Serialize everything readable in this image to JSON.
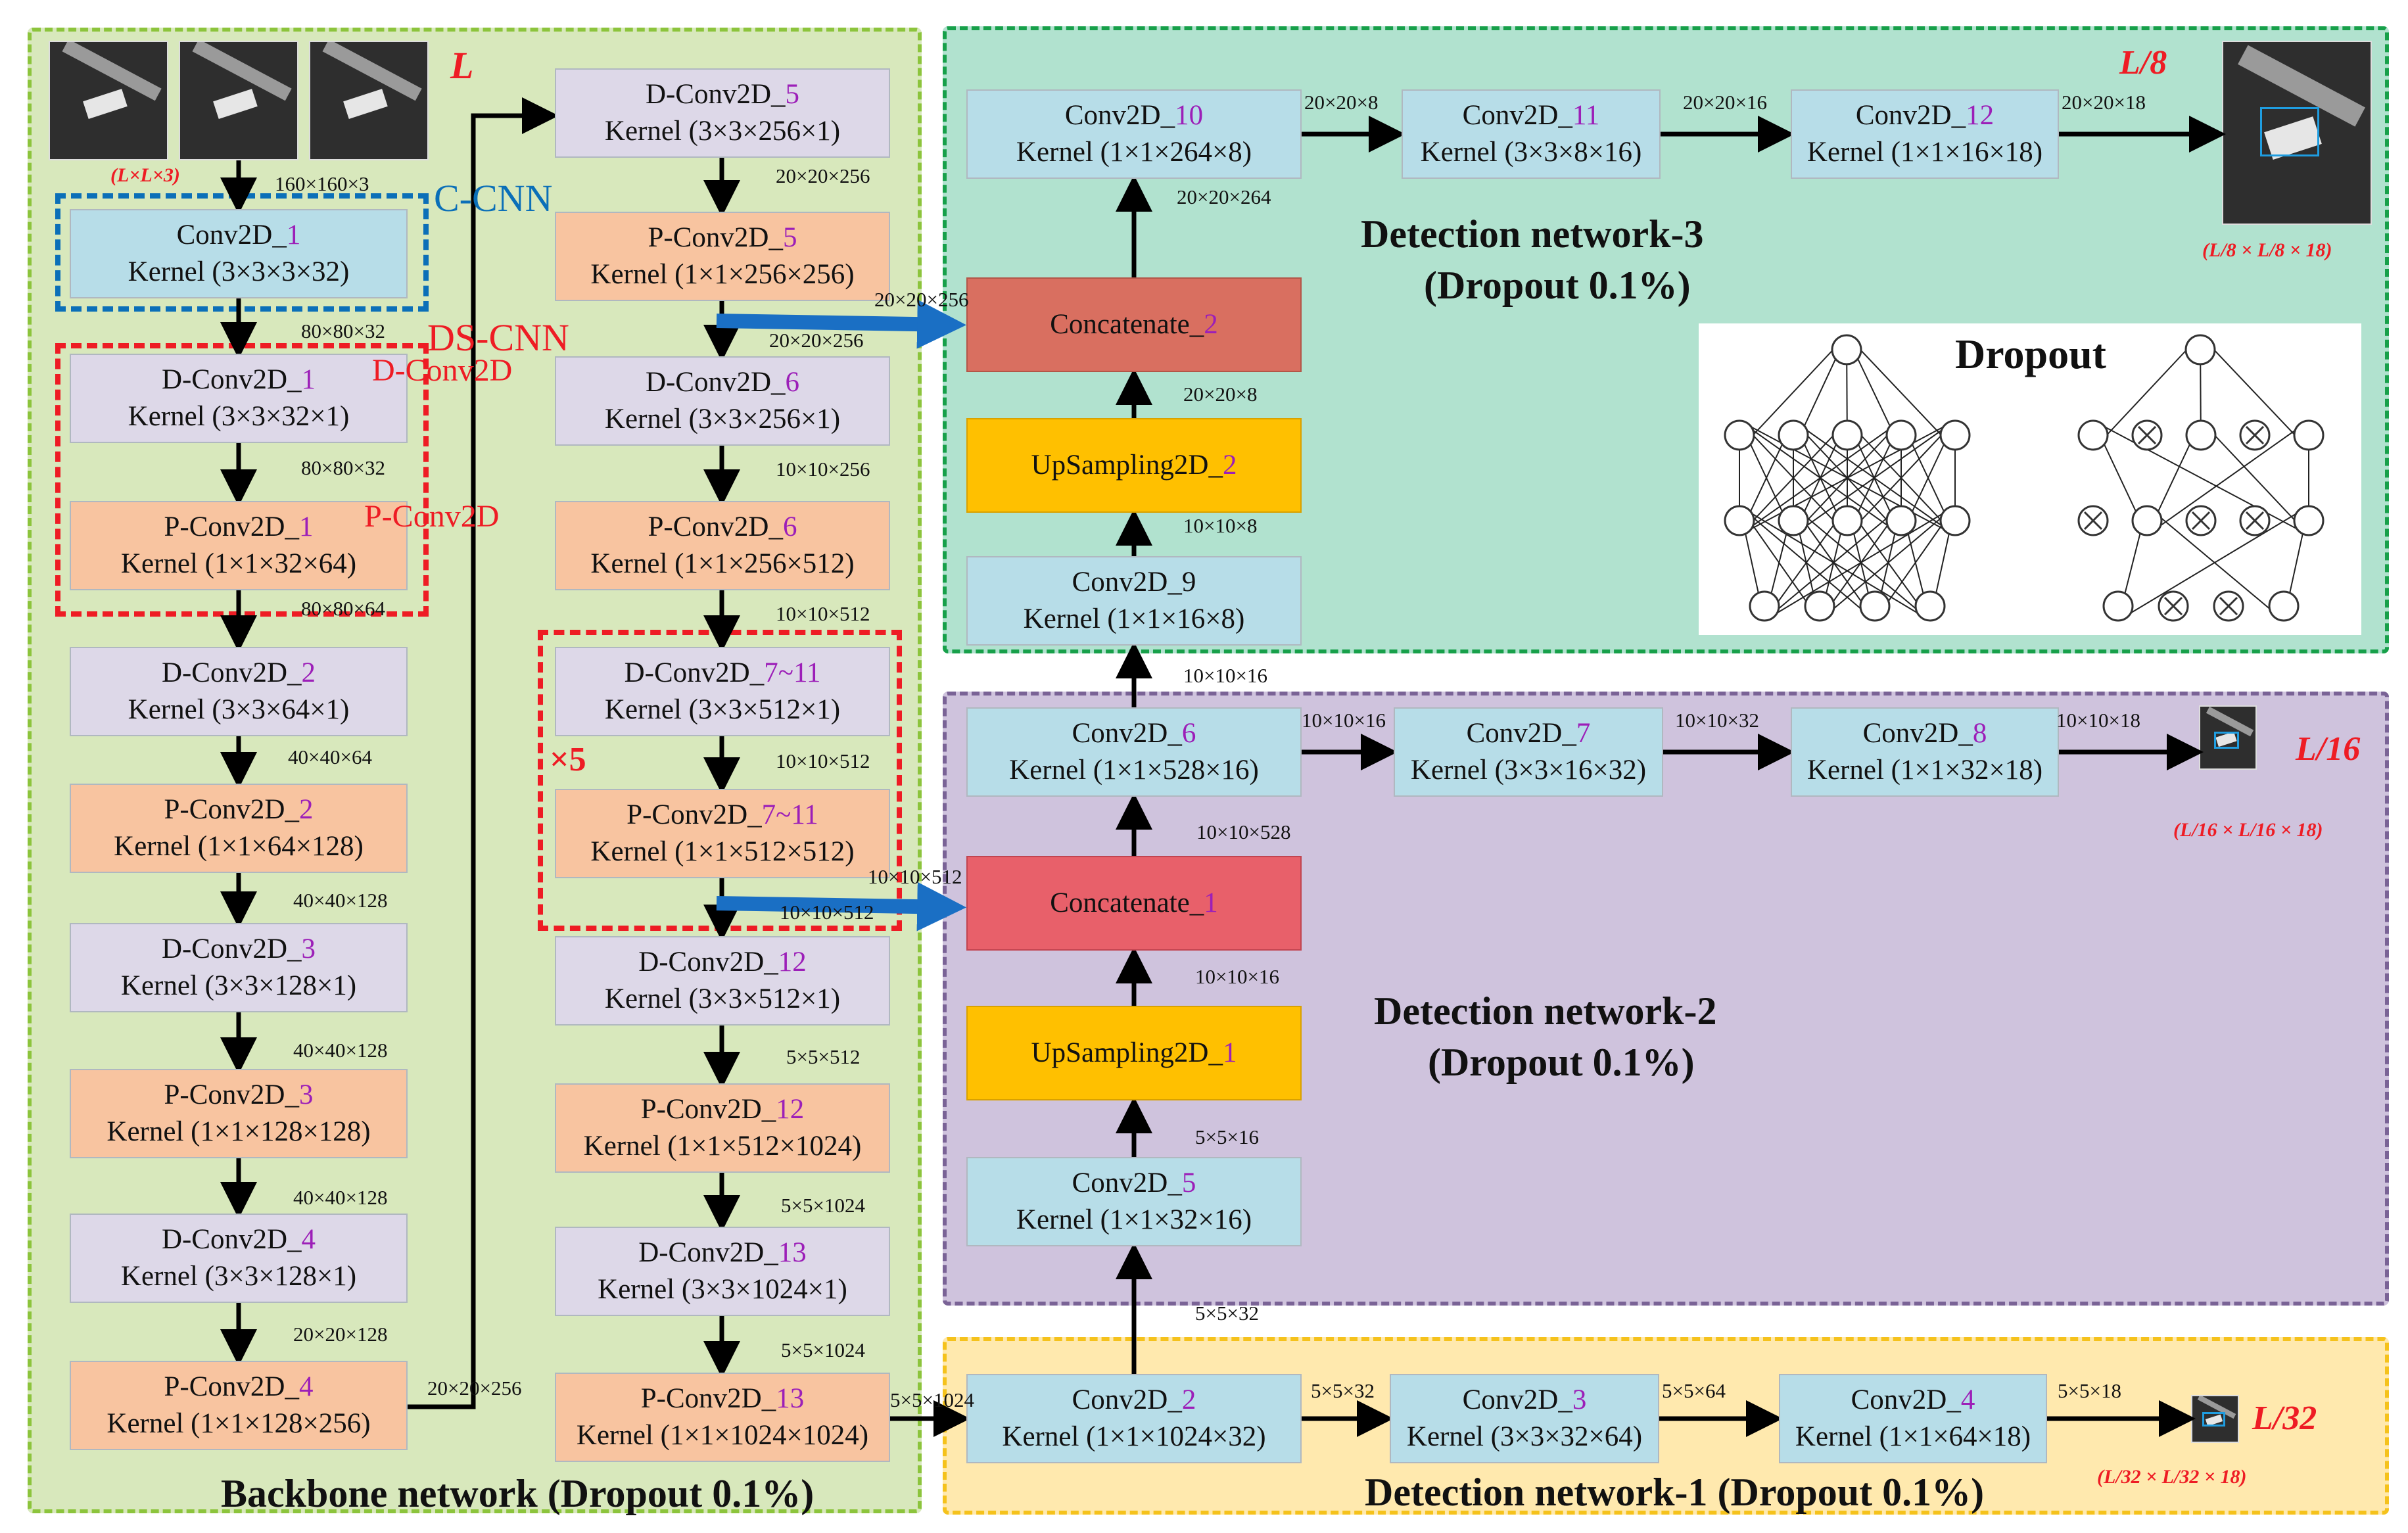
{
  "title": "",
  "labels": {
    "input": "L",
    "input_dims": "(L×L×3)",
    "ccnn": "C-CNN",
    "dscnn": "DS-CNN",
    "dconv2d": "D-Conv2D",
    "pconv2d": "P-Conv2D",
    "repeat": "×5",
    "dropout": "Dropout"
  },
  "backbone": {
    "title": "Backbone network (Dropout 0.1%)",
    "left": [
      {
        "name": "Conv2D_",
        "num": "1",
        "kernel": "Kernel (3×3×3×32)",
        "type": "conv"
      },
      {
        "name": "D-Conv2D_",
        "num": "1",
        "kernel": "Kernel (3×3×32×1)",
        "type": "dconv"
      },
      {
        "name": "P-Conv2D_",
        "num": "1",
        "kernel": "Kernel (1×1×32×64)",
        "type": "pconv"
      },
      {
        "name": "D-Conv2D_",
        "num": "2",
        "kernel": "Kernel (3×3×64×1)",
        "type": "dconv"
      },
      {
        "name": "P-Conv2D_",
        "num": "2",
        "kernel": "Kernel (1×1×64×128)",
        "type": "pconv"
      },
      {
        "name": "D-Conv2D_",
        "num": "3",
        "kernel": "Kernel (3×3×128×1)",
        "type": "dconv"
      },
      {
        "name": "P-Conv2D_",
        "num": "3",
        "kernel": "Kernel (1×1×128×128)",
        "type": "pconv"
      },
      {
        "name": "D-Conv2D_",
        "num": "4",
        "kernel": "Kernel (3×3×128×1)",
        "type": "dconv"
      },
      {
        "name": "P-Conv2D_",
        "num": "4",
        "kernel": "Kernel (1×1×128×256)",
        "type": "pconv"
      }
    ],
    "right": [
      {
        "name": "D-Conv2D_",
        "num": "5",
        "kernel": "Kernel (3×3×256×1)",
        "type": "dconv"
      },
      {
        "name": "P-Conv2D_",
        "num": "5",
        "kernel": "Kernel (1×1×256×256)",
        "type": "pconv"
      },
      {
        "name": "D-Conv2D_",
        "num": "6",
        "kernel": "Kernel (3×3×256×1)",
        "type": "dconv"
      },
      {
        "name": "P-Conv2D_",
        "num": "6",
        "kernel": "Kernel (1×1×256×512)",
        "type": "pconv"
      },
      {
        "name": "D-Conv2D_",
        "num": "7~11",
        "kernel": "Kernel (3×3×512×1)",
        "type": "dconv"
      },
      {
        "name": "P-Conv2D_",
        "num": "7~11",
        "kernel": "Kernel (1×1×512×512)",
        "type": "pconv"
      },
      {
        "name": "D-Conv2D_",
        "num": "12",
        "kernel": "Kernel (3×3×512×1)",
        "type": "dconv"
      },
      {
        "name": "P-Conv2D_",
        "num": "12",
        "kernel": "Kernel (1×1×512×1024)",
        "type": "pconv"
      },
      {
        "name": "D-Conv2D_",
        "num": "13",
        "kernel": "Kernel (3×3×1024×1)",
        "type": "dconv"
      },
      {
        "name": "P-Conv2D_",
        "num": "13",
        "kernel": "Kernel (1×1×1024×1024)",
        "type": "pconv"
      }
    ],
    "left_dims": [
      "160×160×3",
      "80×80×32",
      "80×80×32",
      "80×80×64",
      "40×40×64",
      "40×40×128",
      "40×40×128",
      "40×40×128",
      "20×20×128"
    ],
    "right_dims": [
      "20×20×256",
      "20×20×256",
      "10×10×256",
      "10×10×512",
      "10×10×512",
      "10×10×512",
      "5×5×512",
      "5×5×1024",
      "5×5×1024"
    ],
    "bridge_dim": "20×20×256"
  },
  "det3": {
    "title": "Detection network-3",
    "subtitle": "(Dropout 0.1%)",
    "boxes": [
      {
        "name": "Conv2D_",
        "num": "10",
        "kernel": "Kernel (1×1×264×8)",
        "type": "conv"
      },
      {
        "name": "Conv2D_",
        "num": "11",
        "kernel": "Kernel (3×3×8×16)",
        "type": "conv"
      },
      {
        "name": "Conv2D_",
        "num": "12",
        "kernel": "Kernel (1×1×16×18)",
        "type": "conv"
      },
      {
        "name": "Concatenate_",
        "num": "2",
        "kernel": "",
        "type": "cat2"
      },
      {
        "name": "UpSampling2D_",
        "num": "2",
        "kernel": "",
        "type": "up"
      },
      {
        "name": "Conv2D_9",
        "num": "",
        "kernel": "Kernel (1×1×16×8)",
        "type": "conv"
      }
    ],
    "dims": [
      "20×20×8",
      "20×20×16",
      "20×20×18",
      "20×20×264",
      "20×20×256",
      "20×20×8",
      "10×10×8",
      "10×10×16"
    ],
    "scale": "L/8",
    "out": "(L/8 × L/8 × 18)"
  },
  "det2": {
    "title": "Detection network-2",
    "subtitle": "(Dropout 0.1%)",
    "boxes": [
      {
        "name": "Conv2D_",
        "num": "6",
        "kernel": "Kernel (1×1×528×16)",
        "type": "conv"
      },
      {
        "name": "Conv2D_",
        "num": "7",
        "kernel": "Kernel (3×3×16×32)",
        "type": "conv"
      },
      {
        "name": "Conv2D_",
        "num": "8",
        "kernel": "Kernel (1×1×32×18)",
        "type": "conv"
      },
      {
        "name": "Concatenate_",
        "num": "1",
        "kernel": "",
        "type": "cat1"
      },
      {
        "name": "UpSampling2D_",
        "num": "1",
        "kernel": "",
        "type": "up"
      },
      {
        "name": "Conv2D_",
        "num": "5",
        "kernel": "Kernel (1×1×32×16)",
        "type": "conv"
      }
    ],
    "dims": [
      "10×10×16",
      "10×10×32",
      "10×10×18",
      "10×10×528",
      "10×10×512",
      "10×10×16",
      "5×5×16",
      "5×5×32"
    ],
    "scale": "L/16",
    "out": "(L/16 × L/16 × 18)"
  },
  "det1": {
    "title": "Detection network-1 (Dropout 0.1%)",
    "boxes": [
      {
        "name": "Conv2D_",
        "num": "2",
        "kernel": "Kernel (1×1×1024×32)",
        "type": "conv"
      },
      {
        "name": "Conv2D_",
        "num": "3",
        "kernel": "Kernel (3×3×32×64)",
        "type": "conv"
      },
      {
        "name": "Conv2D_",
        "num": "4",
        "kernel": "Kernel (1×1×64×18)",
        "type": "conv"
      }
    ],
    "dims": [
      "5×5×1024",
      "5×5×32",
      "5×5×64",
      "5×5×18"
    ],
    "scale": "L/32",
    "out": "(L/32 × L/32 × 18)"
  }
}
